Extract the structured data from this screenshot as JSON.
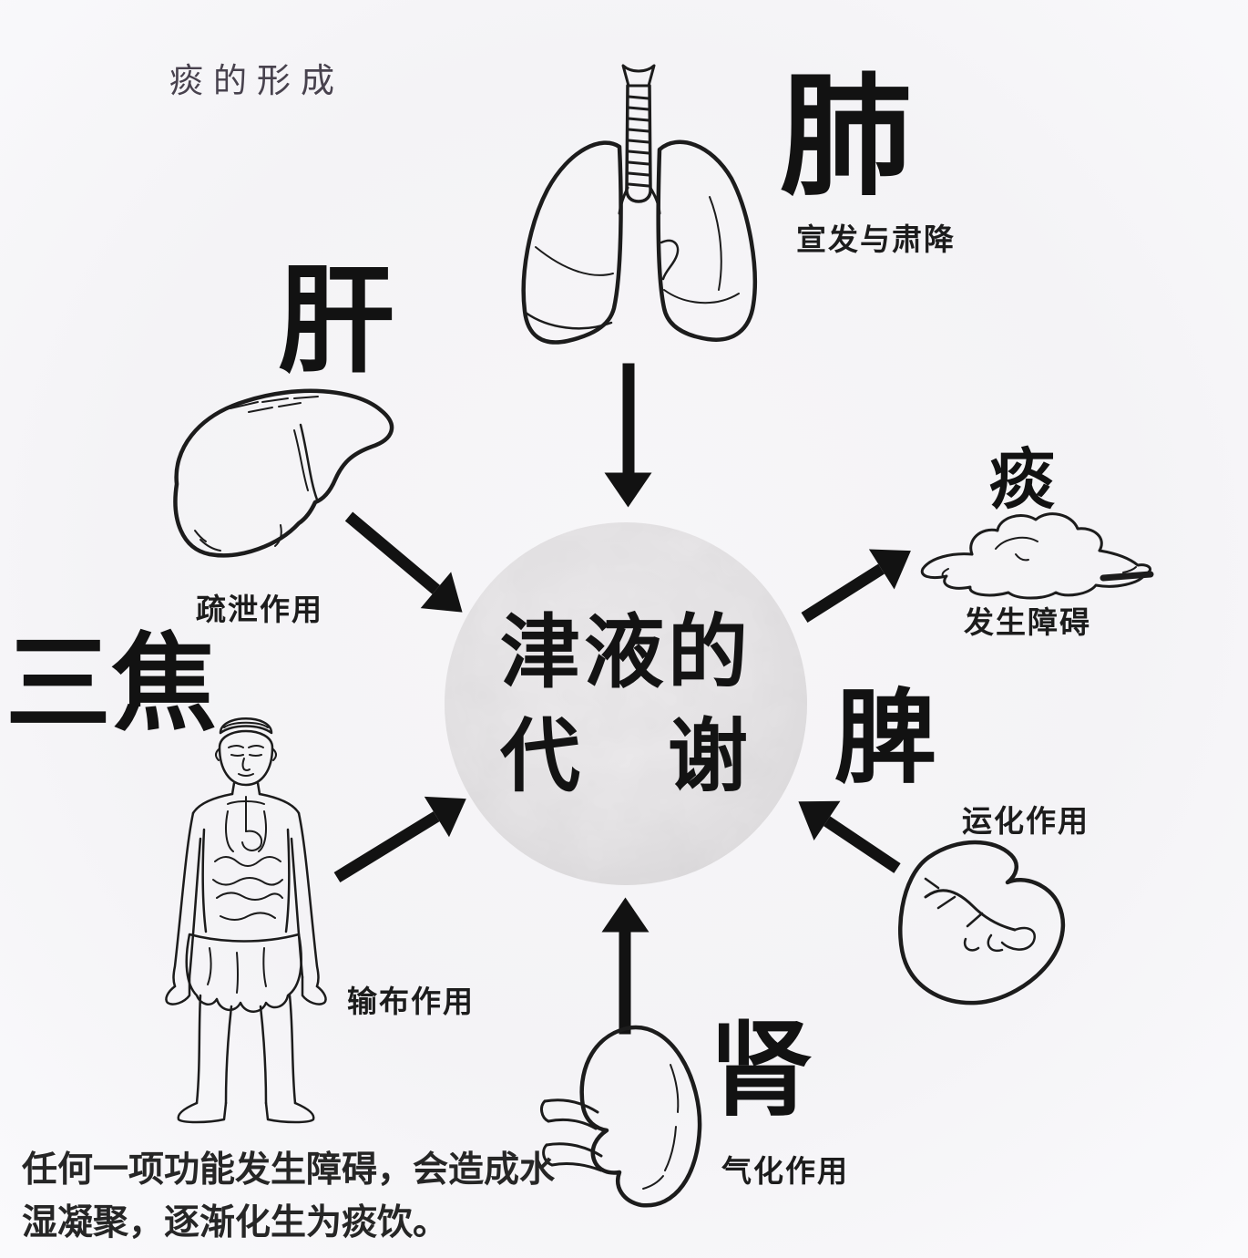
{
  "title": "痰的形成",
  "center": {
    "line1": "津液的",
    "line2": "代　谢"
  },
  "organs": {
    "lung": {
      "label": "肺",
      "function": "宣发与肃降"
    },
    "liver": {
      "label": "肝",
      "function": "疏泄作用"
    },
    "sanjiao": {
      "label": "三焦",
      "function": "输布作用"
    },
    "spleen": {
      "label": "脾",
      "function": "运化作用"
    },
    "kidney": {
      "label": "肾",
      "function": "气化作用"
    }
  },
  "outcome": {
    "label": "痰",
    "function": "发生障碍"
  },
  "footer": {
    "line1": "任何一项功能发生障碍，会造成水",
    "line2": "湿凝聚，逐渐化生为痰饮。"
  },
  "drawings": {
    "lungs": "lungs-line-art",
    "liver": "liver-line-art",
    "human": "human-body-line-art",
    "spleen": "spleen-line-art",
    "kidney": "kidney-line-art",
    "phlegm": "phlegm-puddle-line-art"
  },
  "colors": {
    "ink": "#121212",
    "background": "#f5f4f6",
    "circle_fill": "#e9e7e9"
  }
}
